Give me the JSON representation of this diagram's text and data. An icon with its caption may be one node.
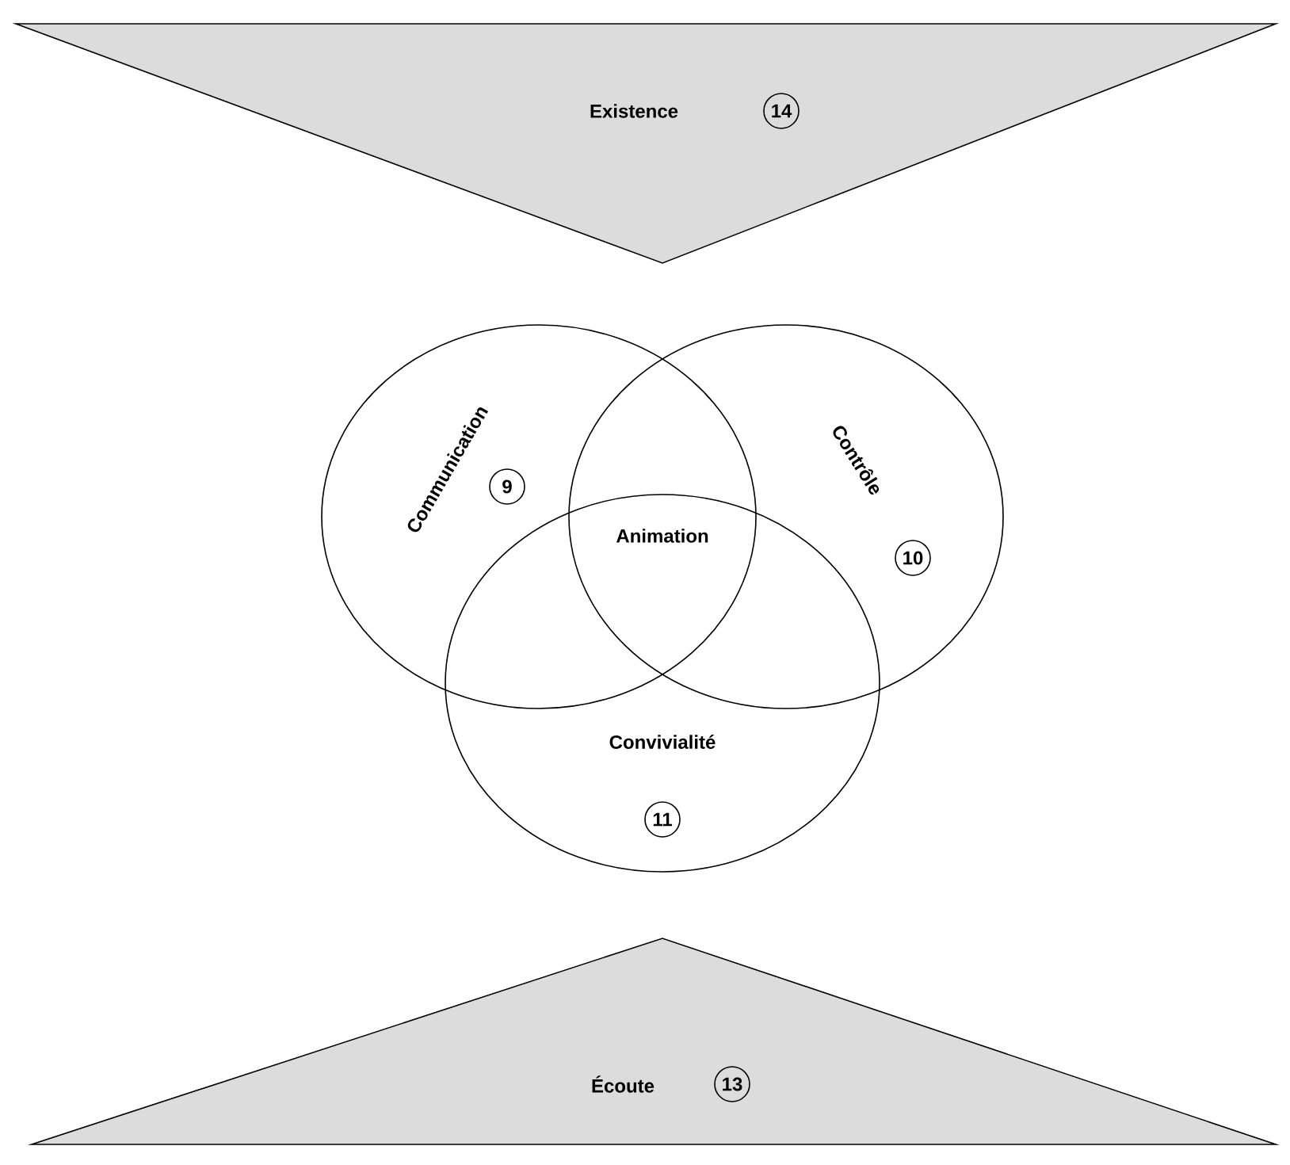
{
  "diagram": {
    "nodes": [
      {
        "text": [
          "Existence"
        ]
      },
      {
        "text": [
          "14"
        ],
        "in": 0
      },
      {
        "text": [
          "Communication"
        ]
      },
      {
        "text": [
          "9"
        ],
        "in": 2
      },
      {
        "text": [
          "Contrôle"
        ]
      },
      {
        "text": [
          "10"
        ],
        "in": 4
      },
      {
        "text": [
          "Convivialité"
        ]
      },
      {
        "text": [
          "11"
        ],
        "in": 6
      },
      {
        "text": [
          "Écoute"
        ]
      },
      {
        "text": [
          "13"
        ],
        "in": 8
      }
    ],
    "labels": [
      "Animation"
    ]
  }
}
